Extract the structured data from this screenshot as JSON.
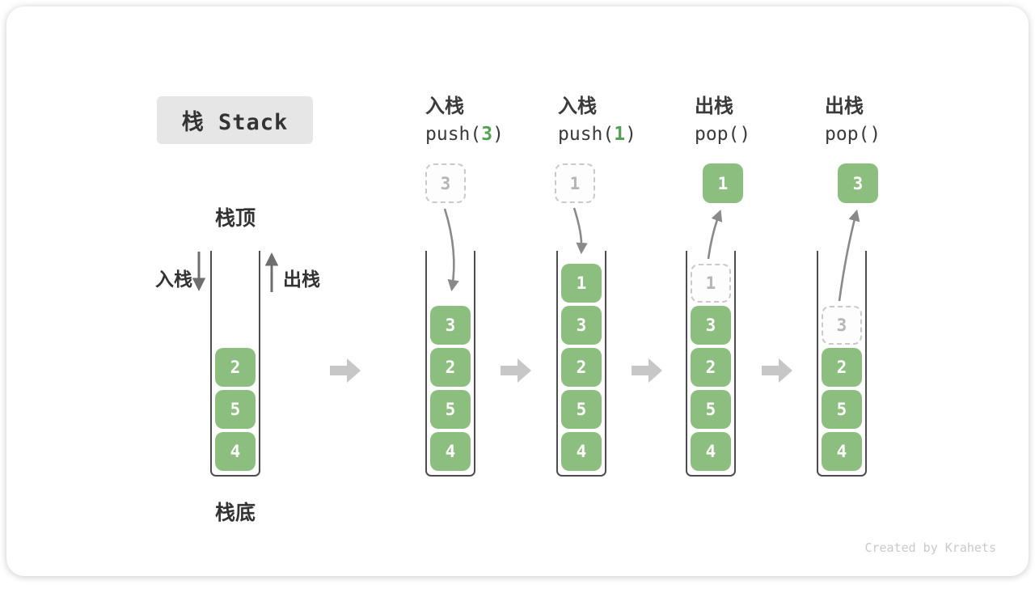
{
  "title": "栈 Stack",
  "watermark": "Created by Krahets",
  "side_labels": {
    "top": "栈顶",
    "bottom": "栈底",
    "push": "入栈",
    "pop": "出栈"
  },
  "colors": {
    "box_green": "#8CBE80",
    "code_green": "#55A054",
    "dashed_border": "#C9C9C9",
    "dashed_text": "#B5B5B5",
    "wall_dark": "#4D4D4D",
    "transition_arrow_gray": "#C7C7C7",
    "curve_arrow_gray": "#8A8A8A",
    "title_bg": "#E6E6E6"
  },
  "icons": {
    "transition_arrow": "block-right-arrow",
    "push_arrow": "down-arrow",
    "pop_arrow": "up-arrow",
    "push_curve_arrow": "curved-down-arrow",
    "pop_curve_arrow": "curved-up-arrow"
  },
  "steps": [
    {
      "name": "initial",
      "slots": [
        {
          "value": "2",
          "style": "solid"
        },
        {
          "value": "5",
          "style": "solid"
        },
        {
          "value": "4",
          "style": "solid"
        }
      ]
    },
    {
      "name": "push-3",
      "header": {
        "op": "入栈",
        "code_pre": "push(",
        "code_num": "3",
        "code_post": ")"
      },
      "floating": {
        "value": "3",
        "style": "dashed"
      },
      "slots": [
        {
          "value": "3",
          "style": "solid"
        },
        {
          "value": "2",
          "style": "solid"
        },
        {
          "value": "5",
          "style": "solid"
        },
        {
          "value": "4",
          "style": "solid"
        }
      ]
    },
    {
      "name": "push-1",
      "header": {
        "op": "入栈",
        "code_pre": "push(",
        "code_num": "1",
        "code_post": ")"
      },
      "floating": {
        "value": "1",
        "style": "dashed"
      },
      "slots": [
        {
          "value": "1",
          "style": "solid"
        },
        {
          "value": "3",
          "style": "solid"
        },
        {
          "value": "2",
          "style": "solid"
        },
        {
          "value": "5",
          "style": "solid"
        },
        {
          "value": "4",
          "style": "solid"
        }
      ]
    },
    {
      "name": "pop-1",
      "header": {
        "op": "出栈",
        "code_pre": "pop()",
        "code_num": "",
        "code_post": ""
      },
      "floating": {
        "value": "1",
        "style": "solid"
      },
      "slots": [
        {
          "value": "1",
          "style": "dashed"
        },
        {
          "value": "3",
          "style": "solid"
        },
        {
          "value": "2",
          "style": "solid"
        },
        {
          "value": "5",
          "style": "solid"
        },
        {
          "value": "4",
          "style": "solid"
        }
      ]
    },
    {
      "name": "pop-3",
      "header": {
        "op": "出栈",
        "code_pre": "pop()",
        "code_num": "",
        "code_post": ""
      },
      "floating": {
        "value": "3",
        "style": "solid"
      },
      "slots": [
        {
          "value": "3",
          "style": "dashed"
        },
        {
          "value": "2",
          "style": "solid"
        },
        {
          "value": "5",
          "style": "solid"
        },
        {
          "value": "4",
          "style": "solid"
        }
      ]
    }
  ]
}
